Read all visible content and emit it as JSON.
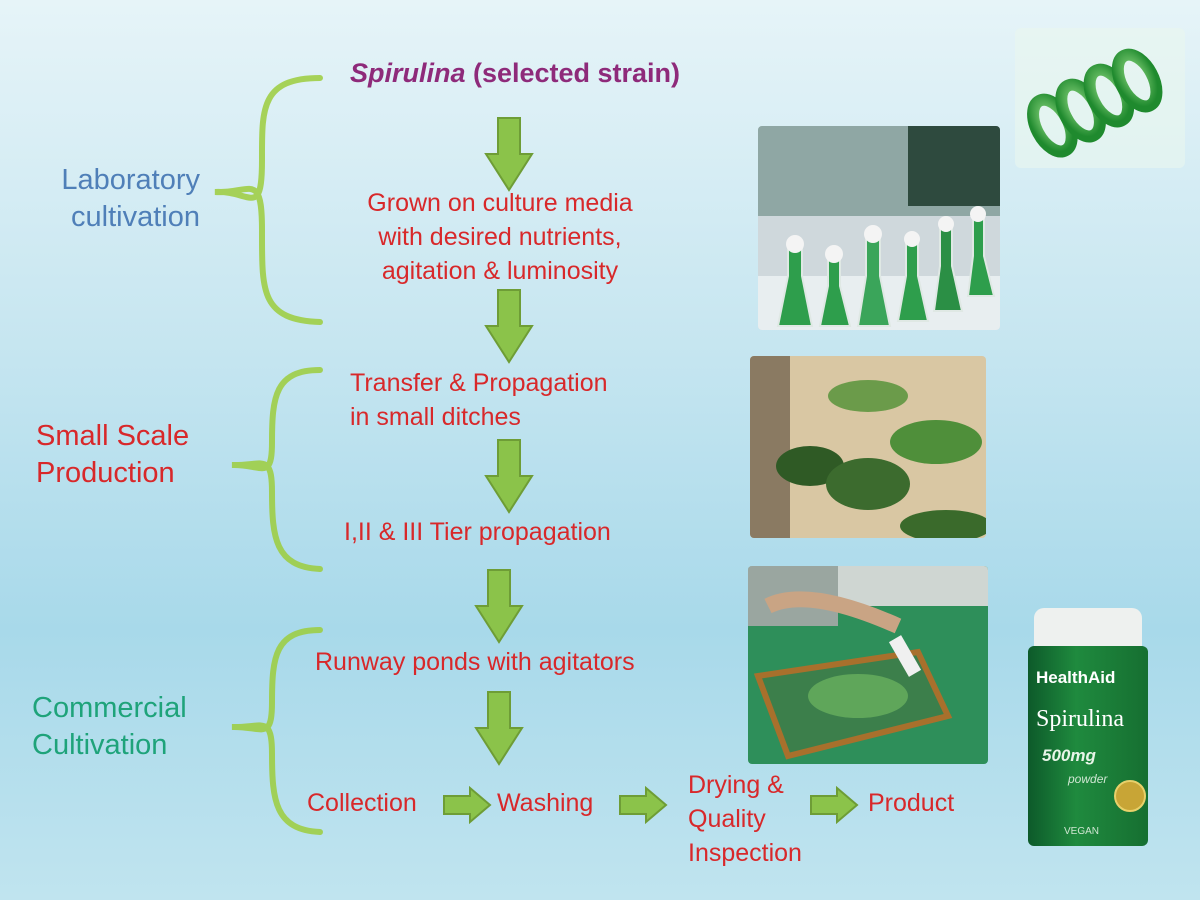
{
  "title": {
    "italic": "Spirulina",
    "rest": " (selected strain)"
  },
  "steps": {
    "culture": [
      "Grown on culture media",
      "with desired nutrients,",
      "agitation & luminosity"
    ],
    "transfer": [
      "Transfer & Propagation",
      "in small ditches"
    ],
    "tier": "I,II & III Tier propagation",
    "runway": "Runway ponds with agitators",
    "collection": "Collection",
    "washing": "Washing",
    "drying": [
      "Drying &",
      "Quality",
      "Inspection"
    ],
    "product": "Product"
  },
  "stages": {
    "lab": [
      "Laboratory",
      "cultivation"
    ],
    "small": [
      "Small Scale",
      "Production"
    ],
    "commercial": [
      "Commercial",
      "Cultivation"
    ]
  },
  "product_label": {
    "brand": "HealthAid",
    "name": "Spirulina",
    "dose": "500mg",
    "form": "powder",
    "tag": "VEGAN"
  },
  "colors": {
    "title": "#8e2a7a",
    "step_text": "#d8282a",
    "lab": "#4f7fb8",
    "small": "#d8282a",
    "commercial": "#1ea37a",
    "arrow": "#8bc34a",
    "brace": "#9ccc3c"
  },
  "icons": [
    "down-arrow-icon",
    "right-arrow-icon",
    "brace-icon",
    "spirulina-spiral-icon"
  ]
}
